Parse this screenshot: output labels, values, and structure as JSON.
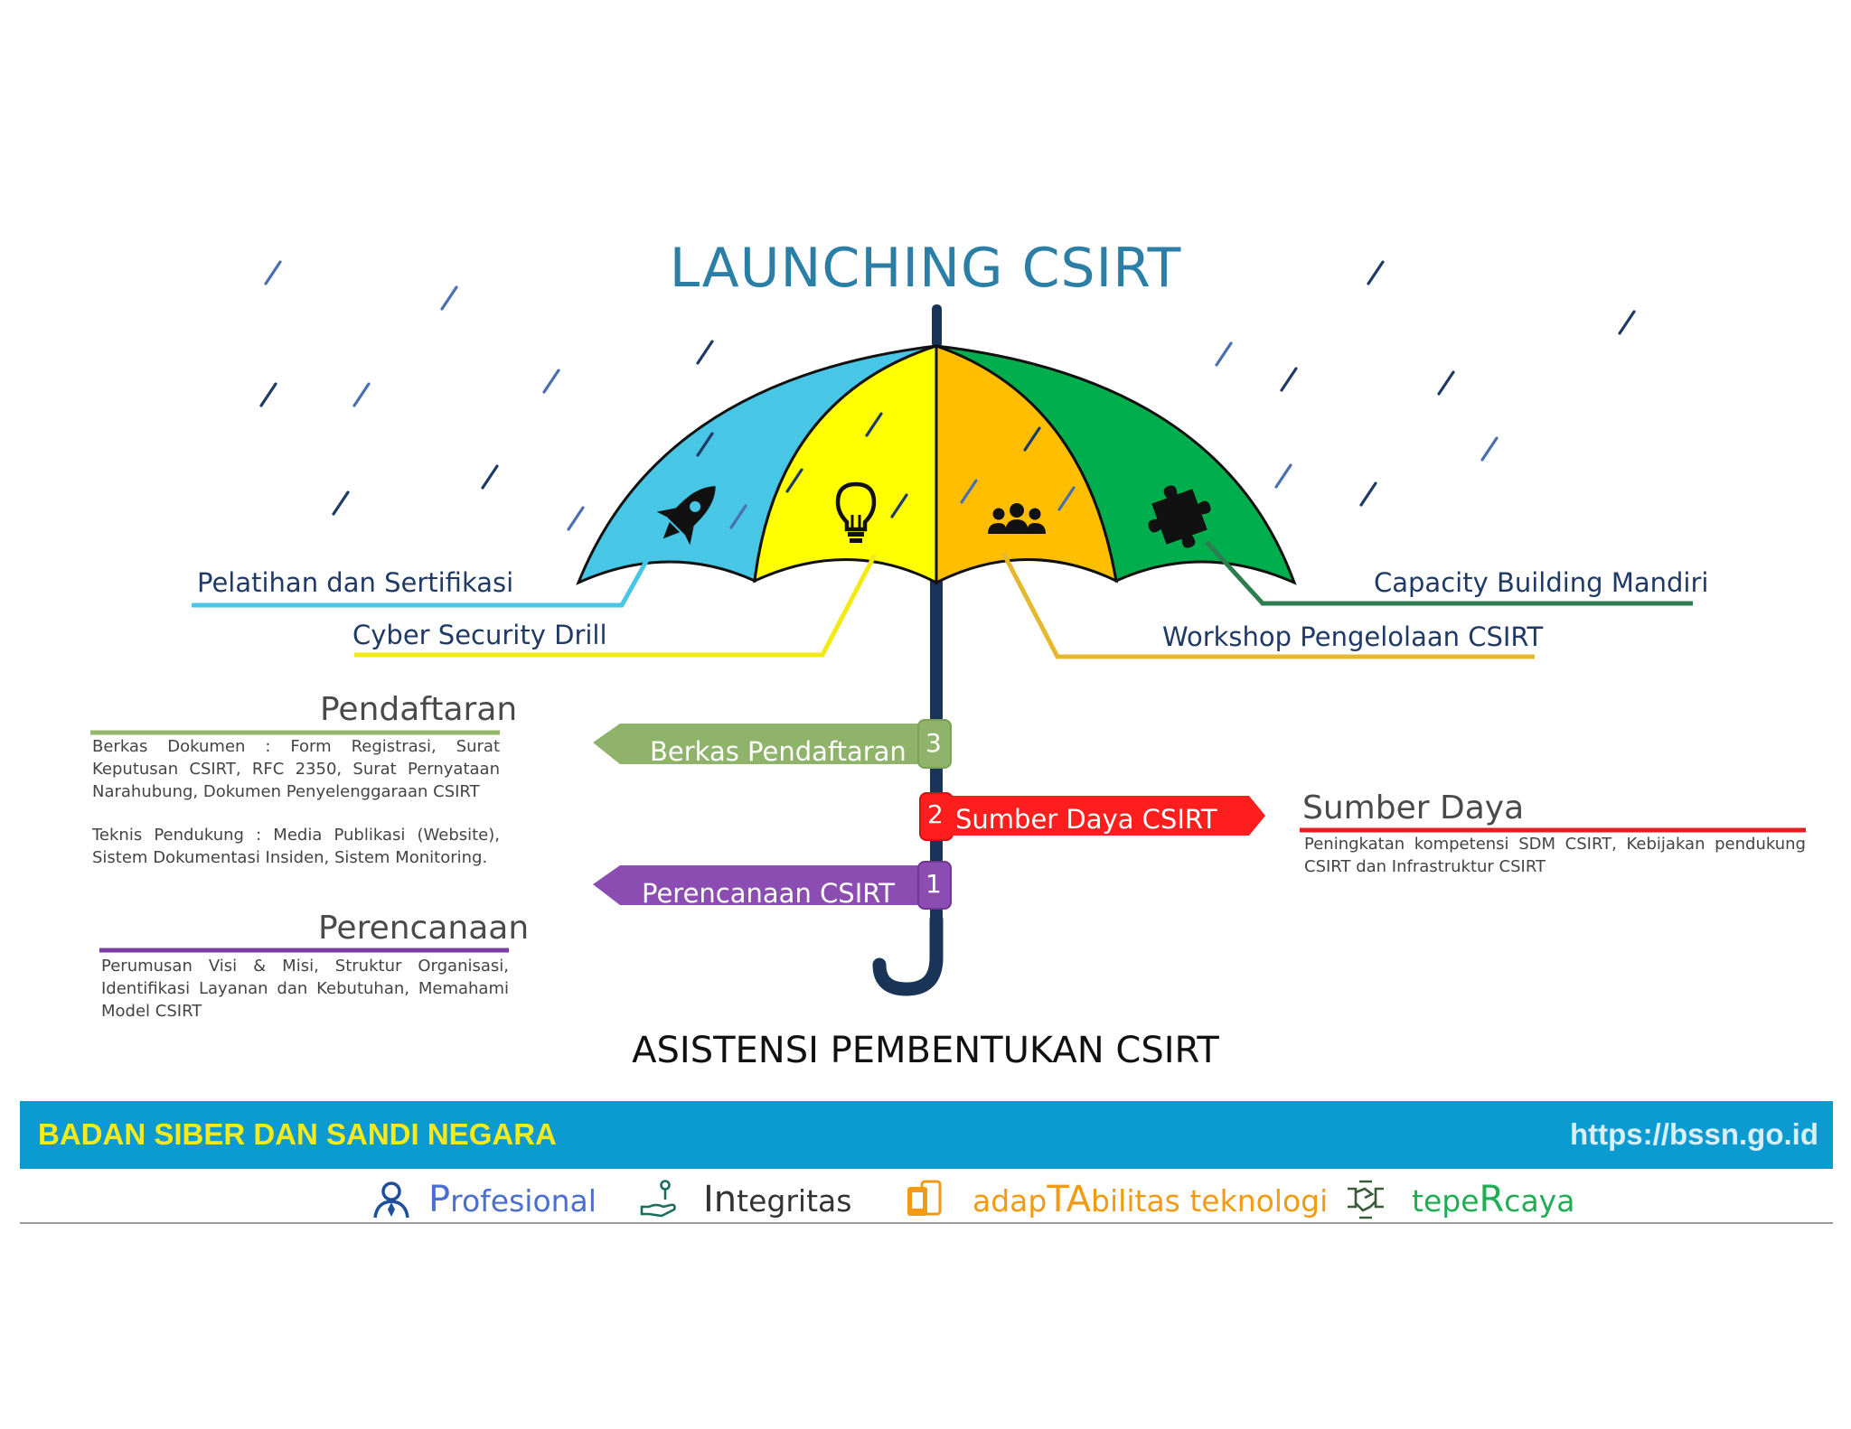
{
  "title": "LAUNCHING CSIRT",
  "subtitle": "ASISTENSI PEMBENTUKAN CSIRT",
  "canopy_labels": {
    "pelatihan": "Pelatihan dan Sertifikasi",
    "drill": "Cyber Security Drill",
    "workshop": "Workshop Pengelolaan CSIRT",
    "capacity": "Capacity Building Mandiri"
  },
  "canopy_icons": [
    "rocket-icon",
    "lightbulb-icon",
    "people-icon",
    "puzzle-icon"
  ],
  "colors": {
    "blue": "#47c6e6",
    "yellow": "#ffff00",
    "orange": "#ffbf00",
    "green": "#00ae4e",
    "step3": "#8fb36a",
    "step2": "#ff1e1e",
    "step1": "#8b4db1",
    "handle": "#1a3458",
    "banner": "#0b9bd0",
    "rain": "#1e3a66"
  },
  "steps": [
    {
      "number": "3",
      "label": "Berkas Pendaftaran"
    },
    {
      "number": "2",
      "label": "Sumber Daya CSIRT"
    },
    {
      "number": "1",
      "label": "Perencanaan CSIRT"
    }
  ],
  "pendaftaran": {
    "heading": "Pendaftaran",
    "desc1": "Berkas Dokumen : Form Registrasi, Surat Keputusan CSIRT, RFC 2350, Surat Pernyataan Narahubung, Dokumen Penyelenggaraan CSIRT",
    "desc2": "Teknis Pendukung : Media Publikasi (Website), Sistem Dokumentasi Insiden, Sistem Monitoring."
  },
  "perencanaan": {
    "heading": "Perencanaan",
    "desc": "Perumusan Visi & Misi, Struktur Organisasi, Identifikasi Layanan dan Kebutuhan, Memahami Model CSIRT"
  },
  "sumber_daya": {
    "heading": "Sumber Daya",
    "desc": "Peningkatan kompetensi SDM CSIRT, Kebijakan pendukung CSIRT dan Infrastruktur CSIRT"
  },
  "footer": {
    "org": "BADAN SIBER DAN SANDI NEGARA",
    "url": "https://bssn.go.id",
    "values": [
      {
        "lead": "P",
        "rest": "rofesional",
        "icon": "person-icon",
        "color": "#4a6fd0"
      },
      {
        "lead": "In",
        "rest": "tegritas",
        "icon": "hand-coin-icon",
        "color": "#333333"
      },
      {
        "lead_pre": "adap",
        "lead": "TA",
        "rest": "bilitas teknologi",
        "icon": "devices-icon",
        "color": "#f29a12"
      },
      {
        "lead_pre": "tepe",
        "lead": "R",
        "rest": "caya",
        "icon": "handshake-icon",
        "color": "#1fae54"
      }
    ]
  }
}
